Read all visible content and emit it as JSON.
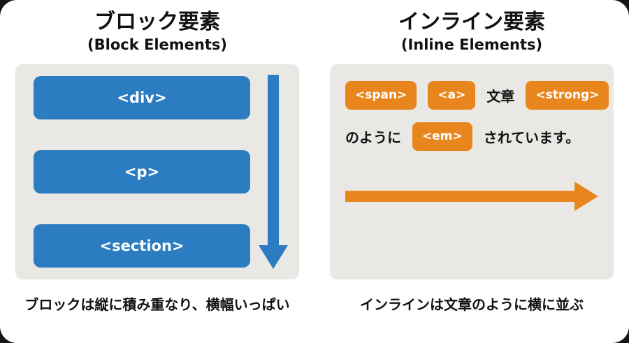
{
  "colors": {
    "blue": "#2b7cc1",
    "orange": "#e8861d",
    "panel_gray": "#e9e8e5",
    "text": "#111111",
    "background": "#ffffff"
  },
  "left": {
    "title": "ブロック要素",
    "subtitle": "(Block Elements)",
    "blocks": [
      "<div>",
      "<p>",
      "<section>"
    ],
    "caption": "ブロックは縦に積み重なり、横幅いっぱい"
  },
  "right": {
    "title": "インライン要素",
    "subtitle": "(Inline Elements)",
    "line1": {
      "tag_span": "<span>",
      "tag_a": "<a>",
      "text": "文章",
      "tag_strong": "<strong>"
    },
    "line2": {
      "text_before": "のように",
      "tag_em": "<em>",
      "text_after": "されています。"
    },
    "caption": "インラインは文章のように横に並ぶ"
  },
  "icons": {
    "down_arrow": "down-arrow-icon",
    "right_arrow": "right-arrow-icon"
  }
}
